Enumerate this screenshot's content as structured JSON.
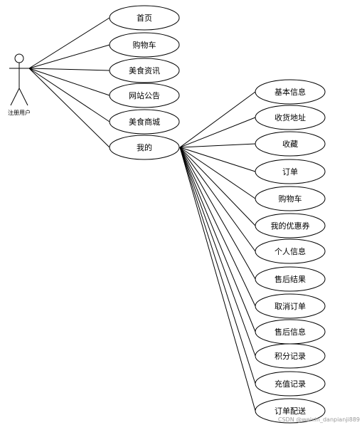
{
  "actor": {
    "label": "注册用户"
  },
  "primary_use_cases": [
    {
      "id": "home",
      "label": "首页"
    },
    {
      "id": "cart",
      "label": "购物车"
    },
    {
      "id": "food-news",
      "label": "美食资讯"
    },
    {
      "id": "site-notice",
      "label": "网站公告"
    },
    {
      "id": "food-mall",
      "label": "美食商城"
    },
    {
      "id": "mine",
      "label": "我的"
    }
  ],
  "mine_use_cases": [
    {
      "id": "basic-info",
      "label": "基本信息"
    },
    {
      "id": "address",
      "label": "收货地址"
    },
    {
      "id": "favorites",
      "label": "收藏"
    },
    {
      "id": "orders",
      "label": "订单"
    },
    {
      "id": "cart",
      "label": "购物车"
    },
    {
      "id": "coupons",
      "label": "我的优惠券"
    },
    {
      "id": "personal-info",
      "label": "个人信息"
    },
    {
      "id": "after-sale-result",
      "label": "售后结果"
    },
    {
      "id": "cancel-order",
      "label": "取消订单"
    },
    {
      "id": "after-sale-info",
      "label": "售后信息"
    },
    {
      "id": "points-record",
      "label": "积分记录"
    },
    {
      "id": "recharge-record",
      "label": "充值记录"
    },
    {
      "id": "order-delivery",
      "label": "订单配送"
    }
  ],
  "watermark": "CSDN @weixin_danpianji889",
  "colors": {
    "line": "#000000",
    "fill": "#ffffff",
    "text": "#000000"
  }
}
